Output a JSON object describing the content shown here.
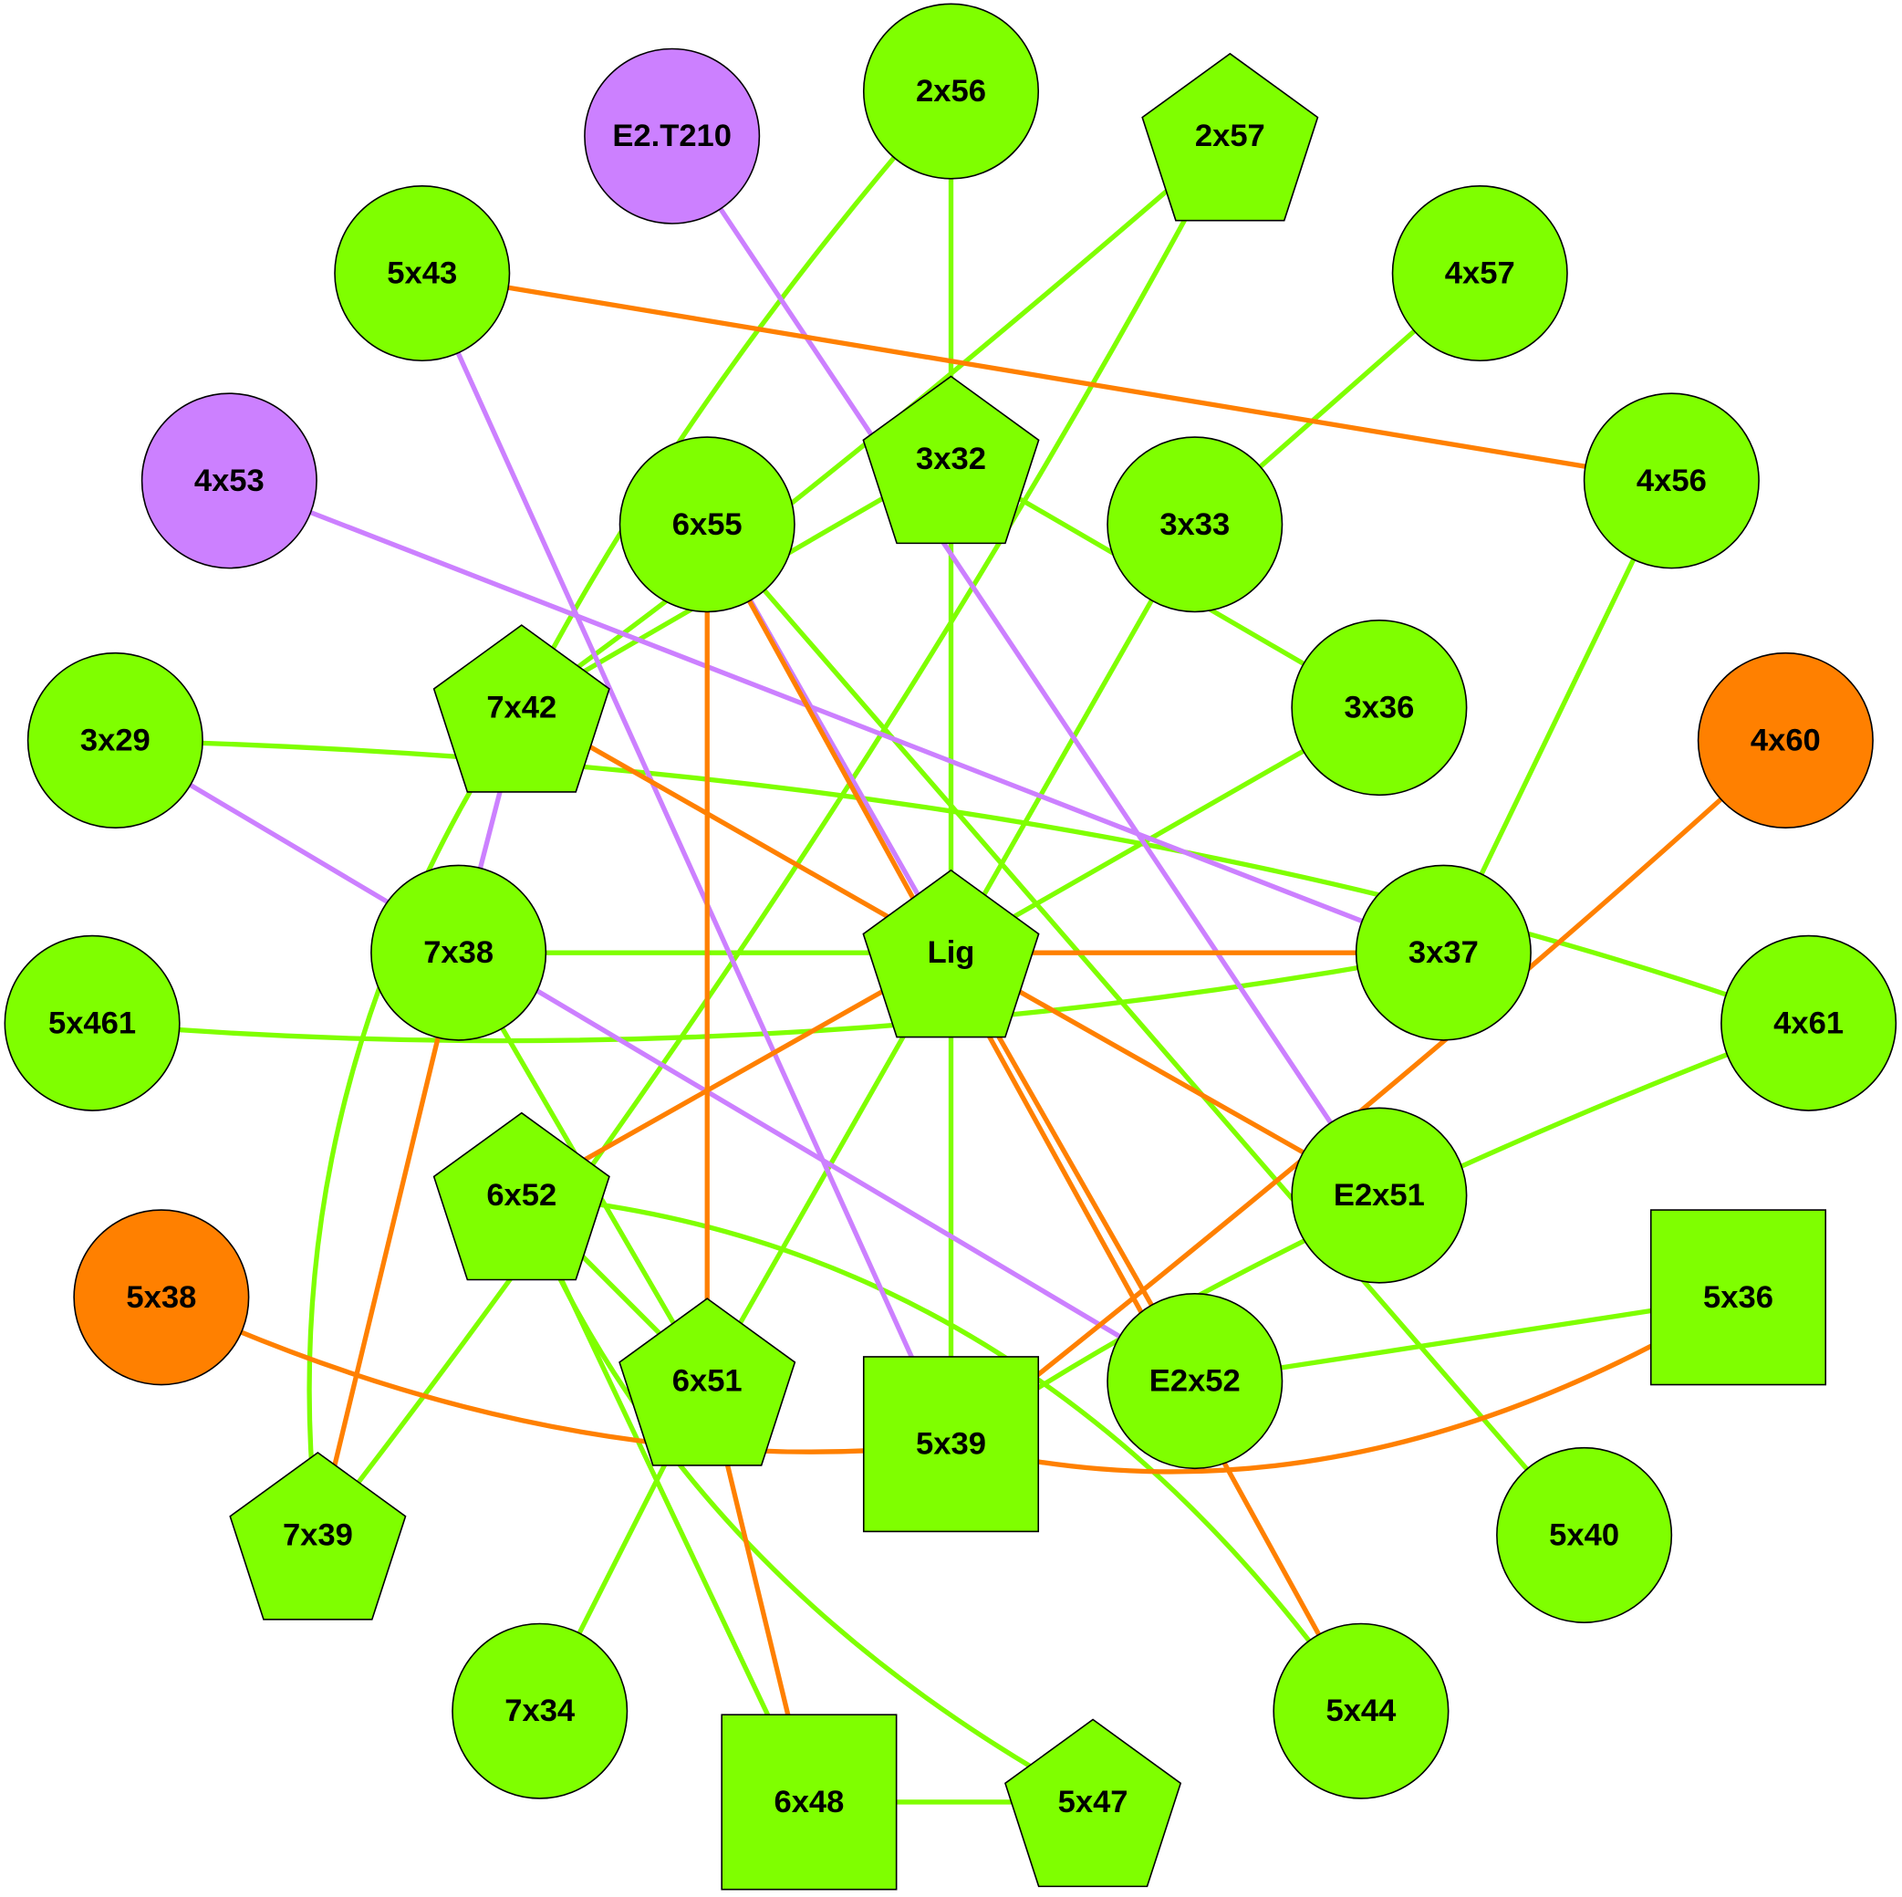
{
  "colors": {
    "green": "#7FFF00",
    "purple": "#CC80FF",
    "orange": "#FF8000"
  },
  "nodes": [
    {
      "id": "2x56",
      "shape": "circle",
      "color": "green"
    },
    {
      "id": "E2.T210",
      "shape": "circle",
      "color": "purple"
    },
    {
      "id": "2x57",
      "shape": "pentagon",
      "color": "green"
    },
    {
      "id": "5x43",
      "shape": "circle",
      "color": "green"
    },
    {
      "id": "4x57",
      "shape": "circle",
      "color": "green"
    },
    {
      "id": "4x53",
      "shape": "circle",
      "color": "purple"
    },
    {
      "id": "3x32",
      "shape": "pentagon",
      "color": "green"
    },
    {
      "id": "6x55",
      "shape": "circle",
      "color": "green"
    },
    {
      "id": "3x33",
      "shape": "circle",
      "color": "green"
    },
    {
      "id": "4x56",
      "shape": "circle",
      "color": "green"
    },
    {
      "id": "7x42",
      "shape": "pentagon",
      "color": "green"
    },
    {
      "id": "3x36",
      "shape": "circle",
      "color": "green"
    },
    {
      "id": "3x29",
      "shape": "circle",
      "color": "green"
    },
    {
      "id": "4x60",
      "shape": "circle",
      "color": "orange"
    },
    {
      "id": "7x38",
      "shape": "circle",
      "color": "green"
    },
    {
      "id": "Lig",
      "shape": "pentagon",
      "color": "green"
    },
    {
      "id": "3x37",
      "shape": "circle",
      "color": "green"
    },
    {
      "id": "5x461",
      "shape": "circle",
      "color": "green"
    },
    {
      "id": "4x61",
      "shape": "circle",
      "color": "green"
    },
    {
      "id": "6x52",
      "shape": "pentagon",
      "color": "green"
    },
    {
      "id": "E2x51",
      "shape": "circle",
      "color": "green"
    },
    {
      "id": "5x38",
      "shape": "circle",
      "color": "orange"
    },
    {
      "id": "5x36",
      "shape": "square",
      "color": "green"
    },
    {
      "id": "6x51",
      "shape": "pentagon",
      "color": "green"
    },
    {
      "id": "E2x52",
      "shape": "circle",
      "color": "green"
    },
    {
      "id": "5x39",
      "shape": "square",
      "color": "green"
    },
    {
      "id": "7x39",
      "shape": "pentagon",
      "color": "green"
    },
    {
      "id": "5x40",
      "shape": "circle",
      "color": "green"
    },
    {
      "id": "7x34",
      "shape": "circle",
      "color": "green"
    },
    {
      "id": "5x44",
      "shape": "circle",
      "color": "green"
    },
    {
      "id": "6x48",
      "shape": "square",
      "color": "green"
    },
    {
      "id": "5x47",
      "shape": "pentagon",
      "color": "green"
    }
  ],
  "edges": [
    [
      "2x56",
      "3x32",
      "green"
    ],
    [
      "2x56",
      "7x42",
      "green"
    ],
    [
      "2x57",
      "7x42",
      "green"
    ],
    [
      "2x57",
      "7x39",
      "green"
    ],
    [
      "4x57",
      "3x33",
      "green"
    ],
    [
      "3x32",
      "7x42",
      "green"
    ],
    [
      "3x32",
      "3x36",
      "green"
    ],
    [
      "3x32",
      "Lig",
      "green"
    ],
    [
      "3x33",
      "Lig",
      "green"
    ],
    [
      "3x36",
      "Lig",
      "green"
    ],
    [
      "4x56",
      "3x37",
      "green"
    ],
    [
      "6x55",
      "5x40",
      "green"
    ],
    [
      "3x29",
      "4x61",
      "green"
    ],
    [
      "7x38",
      "Lig",
      "green"
    ],
    [
      "7x38",
      "6x51",
      "green"
    ],
    [
      "5x461",
      "3x37",
      "green"
    ],
    [
      "7x42",
      "7x39",
      "green"
    ],
    [
      "Lig",
      "5x39",
      "green"
    ],
    [
      "Lig",
      "6x51",
      "green"
    ],
    [
      "4x61",
      "5x39",
      "green"
    ],
    [
      "6x52",
      "6x51",
      "green"
    ],
    [
      "6x52",
      "5x44",
      "green"
    ],
    [
      "6x52",
      "6x48",
      "green"
    ],
    [
      "6x52",
      "5x47",
      "green"
    ],
    [
      "6x51",
      "7x34",
      "green"
    ],
    [
      "E2x52",
      "5x36",
      "green"
    ],
    [
      "6x48",
      "5x47",
      "green"
    ],
    [
      "E2.T210",
      "E2x51",
      "purple"
    ],
    [
      "5x43",
      "5x39",
      "purple"
    ],
    [
      "4x53",
      "3x37",
      "purple"
    ],
    [
      "6x55",
      "Lig",
      "purple"
    ],
    [
      "3x29",
      "E2x52",
      "purple"
    ],
    [
      "7x42",
      "7x38",
      "purple"
    ],
    [
      "5x43",
      "4x56",
      "orange"
    ],
    [
      "6x55",
      "6x51",
      "orange"
    ],
    [
      "6x55",
      "5x44",
      "orange"
    ],
    [
      "7x42",
      "Lig",
      "orange"
    ],
    [
      "Lig",
      "3x37",
      "orange"
    ],
    [
      "Lig",
      "E2x51",
      "orange"
    ],
    [
      "Lig",
      "E2x52",
      "orange"
    ],
    [
      "Lig",
      "6x52",
      "orange"
    ],
    [
      "4x60",
      "5x39",
      "orange"
    ],
    [
      "7x38",
      "7x39",
      "orange"
    ],
    [
      "5x38",
      "5x39",
      "orange"
    ],
    [
      "5x39",
      "5x36",
      "orange"
    ],
    [
      "6x51",
      "6x48",
      "orange"
    ]
  ]
}
